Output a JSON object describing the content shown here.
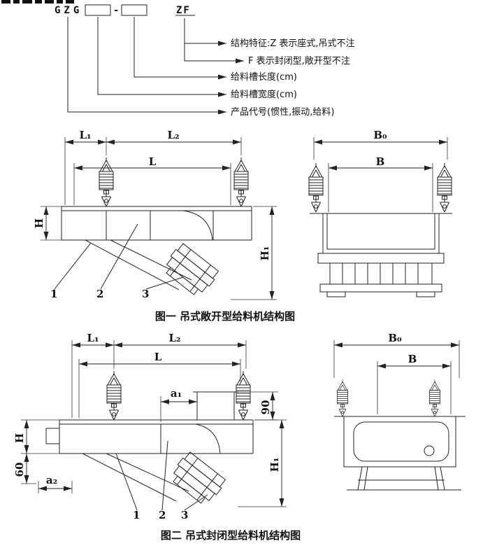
{
  "colors": {
    "ink": "#222222",
    "background": "#ffffff"
  },
  "model_code": {
    "prefix": "GZG",
    "dash": "-",
    "suffix": "ZF",
    "annotations": {
      "structure_feature_line1": "结构特征:Z 表示座式,吊式不注",
      "structure_feature_line2": "F 表示封闭型,敞开型不注",
      "trough_length": "给料槽长度(cm)",
      "trough_width": "给料槽宽度(cm)",
      "product_code": "产品代号(惯性,振动,给料)"
    }
  },
  "figure1": {
    "caption": "图一  吊式敞开型给料机结构图",
    "dimensions": {
      "l1": "L₁",
      "l2": "L₂",
      "l": "L",
      "h": "H",
      "h1": "H₁",
      "b0": "B₀",
      "b": "B"
    },
    "parts": [
      "1",
      "2",
      "3"
    ]
  },
  "figure2": {
    "caption": "图二  吊式封闭型给料机结构图",
    "dimensions": {
      "l1": "L₁",
      "l2": "L₂",
      "l": "L",
      "a1": "a₁",
      "a2": "a₂",
      "h": "H",
      "h1": "H₁",
      "height_90": "90",
      "height_60": "60",
      "b0": "B₀",
      "b": "B"
    },
    "parts": [
      "1",
      "2",
      "3"
    ]
  }
}
